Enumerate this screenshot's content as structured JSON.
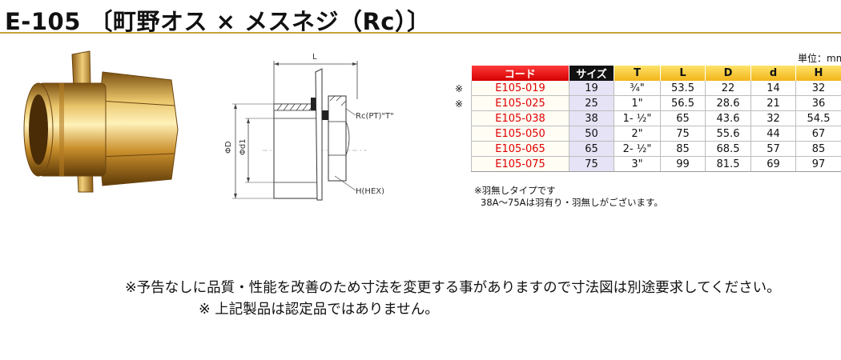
{
  "title": "E-105 〔町野オス × メスネジ（Rc）〕",
  "unit_label": "単位：mm",
  "drawing_labels": {
    "length": "L",
    "thread": "Rc(PT)\"T\"",
    "outer_dia": "ΦD",
    "inner_dia": "Φd1",
    "hex": "H(HEX)"
  },
  "table": {
    "headers": [
      "コード",
      "サイズ",
      "T",
      "L",
      "D",
      "d",
      "H"
    ],
    "rows": [
      {
        "mark": "※",
        "code": "E105-019",
        "size": "19",
        "T": "¾\"",
        "L": "53.5",
        "D": "22",
        "d": "14",
        "H": "32"
      },
      {
        "mark": "※",
        "code": "E105-025",
        "size": "25",
        "T": "1\"",
        "L": "56.5",
        "D": "28.6",
        "d": "21",
        "H": "36"
      },
      {
        "mark": "",
        "code": "E105-038",
        "size": "38",
        "T": "1- ½\"",
        "L": "65",
        "D": "43.6",
        "d": "32",
        "H": "54.5"
      },
      {
        "mark": "",
        "code": "E105-050",
        "size": "50",
        "T": "2\"",
        "L": "75",
        "D": "55.6",
        "d": "44",
        "H": "67"
      },
      {
        "mark": "",
        "code": "E105-065",
        "size": "65",
        "T": "2- ½\"",
        "L": "85",
        "D": "68.5",
        "d": "57",
        "H": "85"
      },
      {
        "mark": "",
        "code": "E105-075",
        "size": "75",
        "T": "3\"",
        "L": "99",
        "D": "81.5",
        "d": "69",
        "H": "97"
      }
    ]
  },
  "notes": [
    "※羽無しタイプです",
    "38A～75Aは羽有り・羽無しがございます。"
  ],
  "footer": [
    "※予告なしに品質・性能を改善のため寸法を変更する事がありますので寸法図は別途要求してください。",
    "※ 上記製品は認定品ではありません。"
  ]
}
